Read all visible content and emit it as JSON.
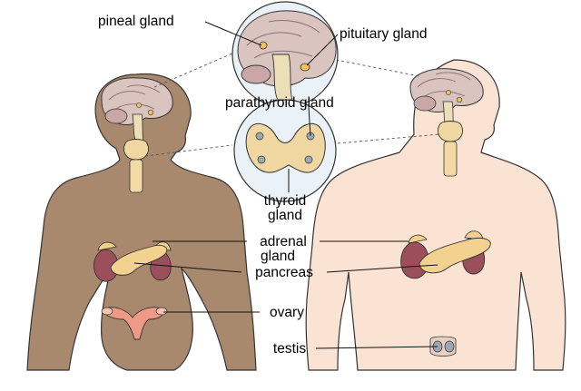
{
  "labels": {
    "pineal": "pineal gland",
    "pituitary": "pituitary gland",
    "parathyroid": "parathyroid gland",
    "thyroid_line1": "thyroid",
    "thyroid_line2": "gland",
    "adrenal_line1": "adrenal",
    "adrenal_line2": "gland",
    "pancreas": "pancreas",
    "ovary": "ovary",
    "testis": "testis"
  },
  "colors": {
    "female_skin": "#a9896e",
    "male_skin": "#fbe3d4",
    "outline": "#333333",
    "brain": "#d9c4c0",
    "gland_yellow": "#f2c35a",
    "thyroid": "#f0d6a0",
    "kidney": "#9b4f5b",
    "ovary_pink": "#ef9a86",
    "testis_gray": "#9aa9b3"
  }
}
